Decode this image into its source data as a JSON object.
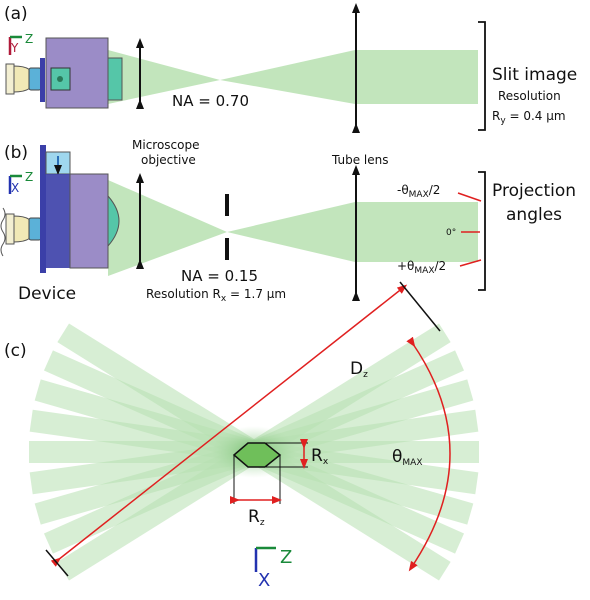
{
  "panel_labels": {
    "a": "(a)",
    "b": "(b)",
    "c": "(c)"
  },
  "panel_a": {
    "na_label": "NA = 0.70",
    "objective_label_line1": "Microscope",
    "objective_label_line2": "objective",
    "tube_lens_label": "Tube lens",
    "slit_image_title": "Slit image",
    "resolution_label": "Resolution",
    "resolution_symbol": "R",
    "resolution_subscript": "y",
    "resolution_value": " = 0.4 µm",
    "axis_y": "Y",
    "axis_z": "Z"
  },
  "panel_b": {
    "na_label": "NA = 0.15",
    "resolution_prefix": "Resolution R",
    "resolution_subscript": "x",
    "resolution_value": " = 1.7 µm",
    "device_label": "Device",
    "projection_line1": "Projection",
    "projection_line2": "angles",
    "angle_minus_prefix": "-θ",
    "angle_minus_sub": "MAX",
    "angle_minus_suffix": "/2",
    "angle_zero": "0°",
    "angle_plus_prefix": "+θ",
    "angle_plus_sub": "MAX",
    "angle_plus_suffix": "/2",
    "axis_x": "X",
    "axis_z": "Z"
  },
  "panel_c": {
    "dz_symbol": "D",
    "dz_subscript": "z",
    "theta_symbol": "θ",
    "theta_subscript": "MAX",
    "rx_symbol": "R",
    "rx_subscript": "x",
    "rz_symbol": "R",
    "rz_subscript": "z",
    "axis_x": "X",
    "axis_z": "Z",
    "beam_angles_deg": [
      -32,
      -24,
      -16,
      -8,
      0,
      8,
      16,
      24,
      32
    ]
  },
  "colors": {
    "beam": "#b7e0b0",
    "purple": "#9b8cc7",
    "teal": "#55c6a8",
    "blue_dark": "#3b3fa8",
    "blue_light": "#9fd7ee",
    "red": "#e02020",
    "green_axis": "#1a8a3a",
    "blue_axis": "#2232b0",
    "red_axis": "#b01a3a"
  }
}
